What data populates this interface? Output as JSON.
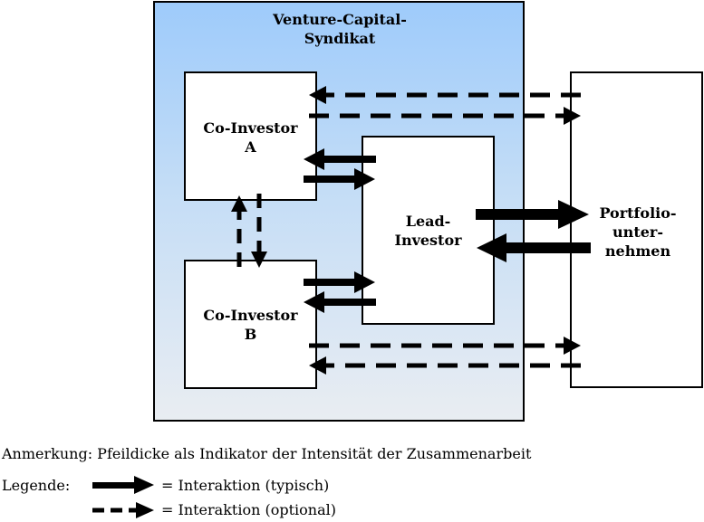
{
  "diagram": {
    "syndicate_title": "Venture-Capital-Syndikat",
    "co_investor_a": "Co-Investor A",
    "co_investor_b": "Co-Investor B",
    "lead_investor": "Lead-Investor",
    "portfolio": "Portfolio-unter-nehmen"
  },
  "note": "Anmerkung: Pfeildicke als Indikator der Intensität der Zusammenarbeit",
  "legend": {
    "title": "Legende:",
    "solid_label": "= Interaktion (typisch)",
    "dashed_label": "= Interaktion (optional)"
  }
}
